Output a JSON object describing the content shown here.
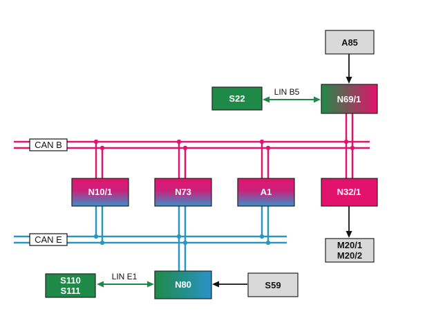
{
  "colors": {
    "can_b": "#e0126d",
    "can_e": "#2a96c0",
    "lin": "#1c8a44",
    "module_green": "#1f8a47",
    "module_pink": "#e3136d",
    "module_blue": "#3a8fc8",
    "module_grey": "#d9d9d9",
    "arrow": "#111111"
  },
  "buses": {
    "can_b": "CAN B",
    "can_e": "CAN E"
  },
  "links": {
    "lin_b5": "LIN B5",
    "lin_e1": "LIN E1"
  },
  "modules": {
    "a85": "A85",
    "s22": "S22",
    "n69_1": "N69/1",
    "n10_1": "N10/1",
    "n73": "N73",
    "a1": "A1",
    "n32_1": "N32/1",
    "m20": [
      "M20/1",
      "M20/2"
    ],
    "s110_s111": [
      "S110",
      "S111"
    ],
    "n80": "N80",
    "s59": "S59"
  }
}
